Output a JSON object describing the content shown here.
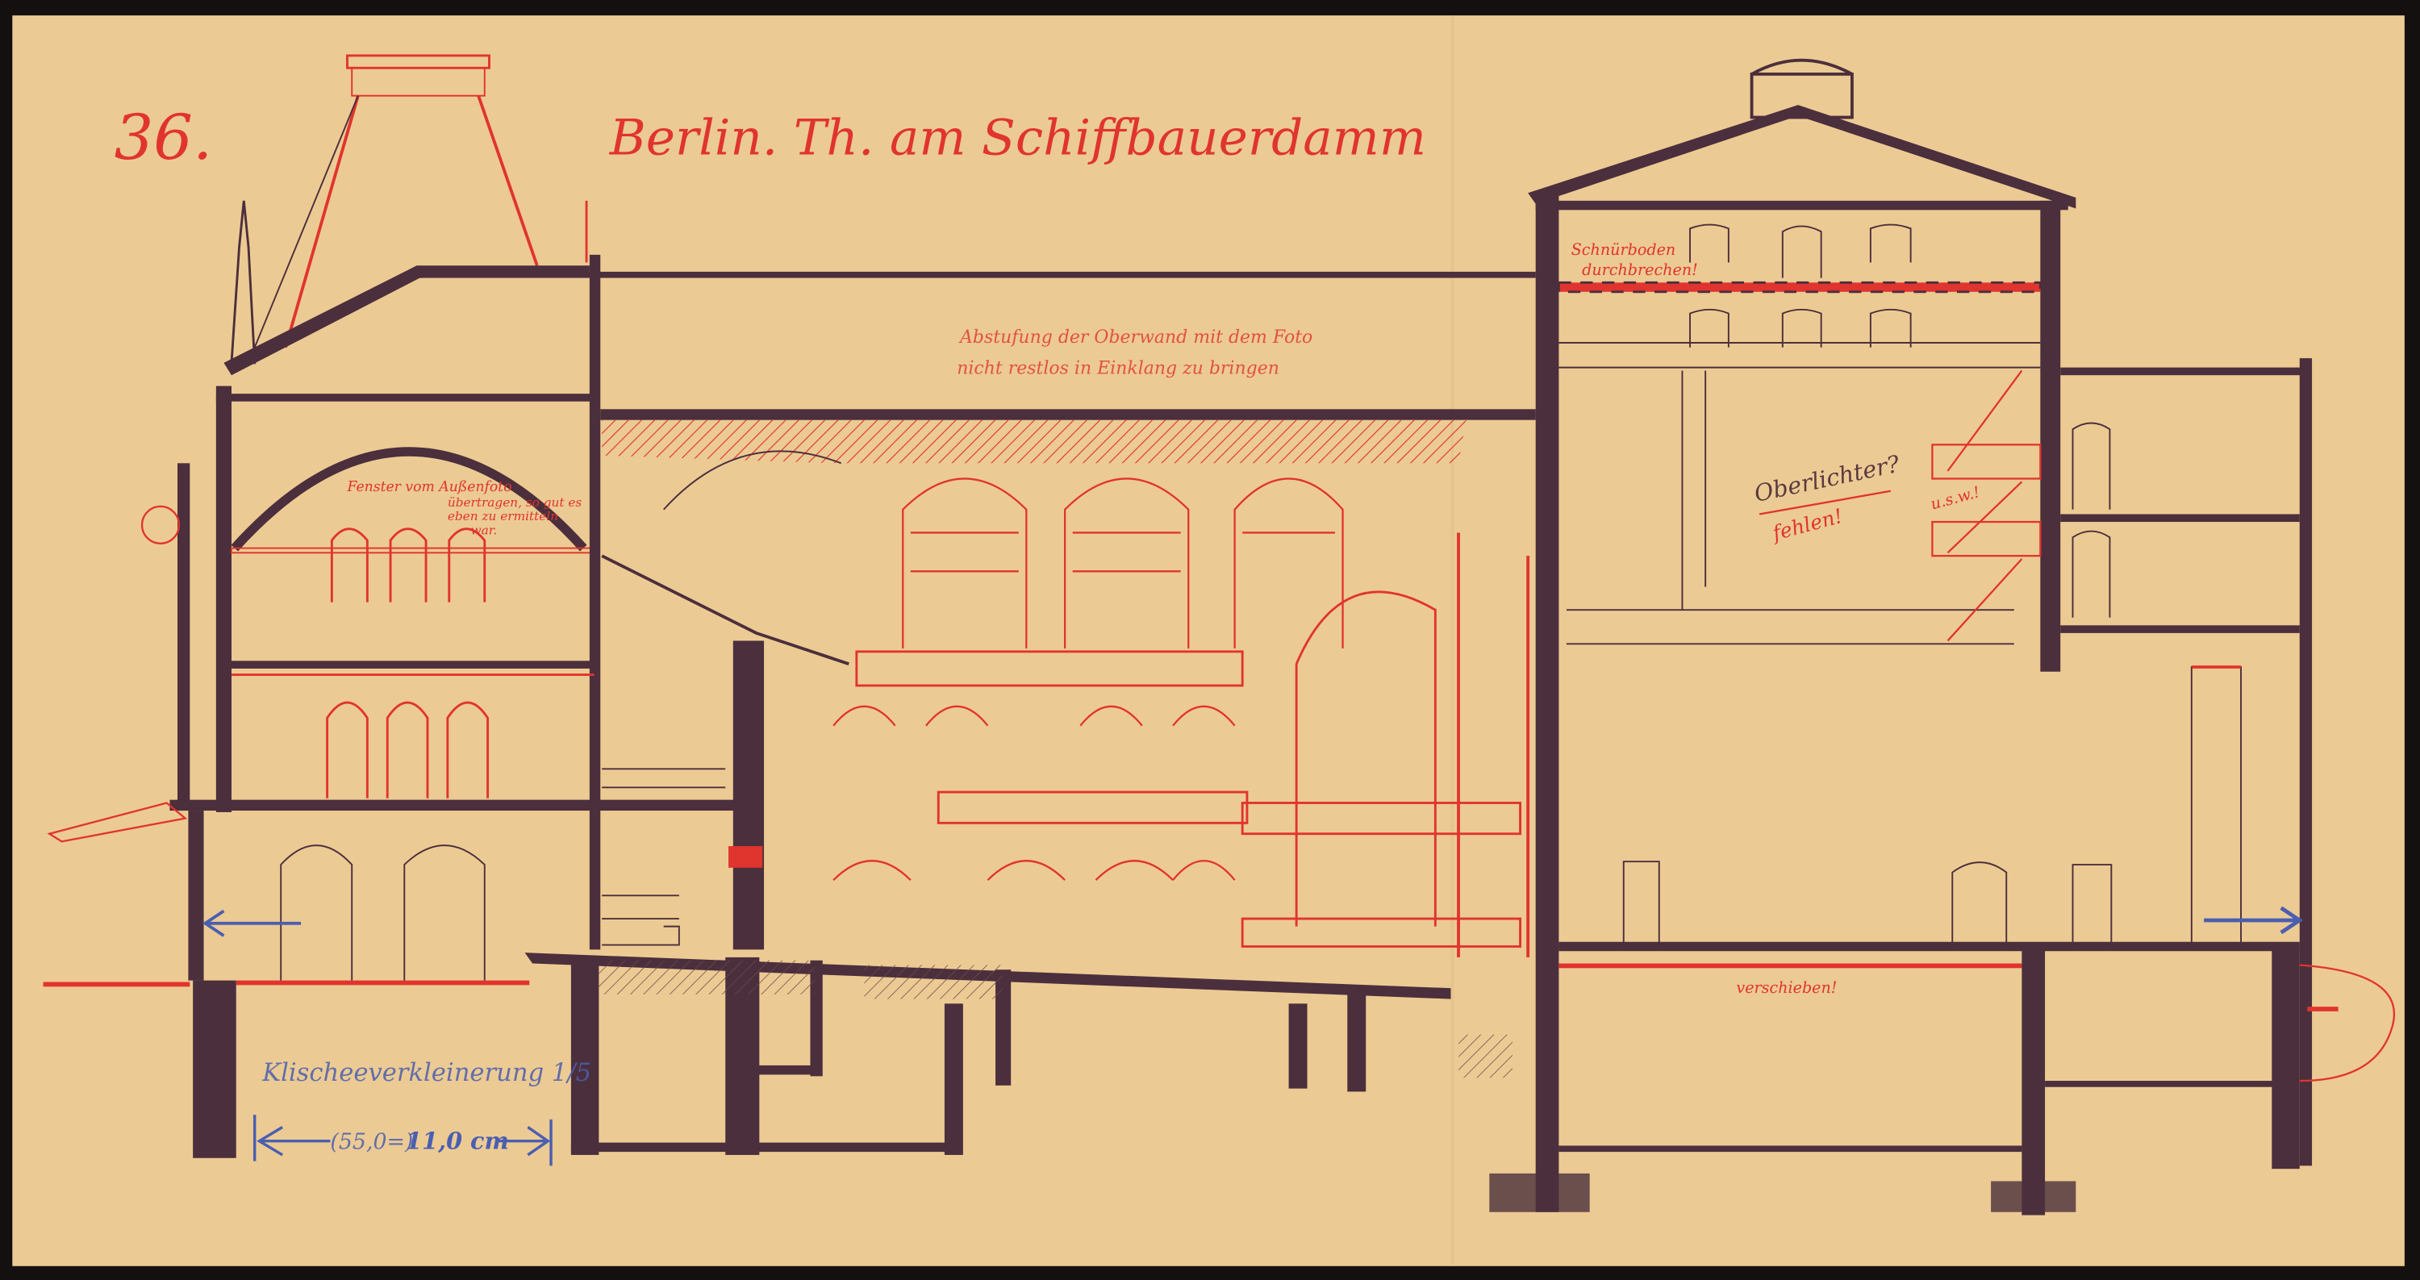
{
  "sheet": {
    "number": "36.",
    "title": "Berlin. Th. am Schiffbauerdamm"
  },
  "annotations": {
    "ceiling_note_line1": "Abstufung der Oberwand mit dem Foto",
    "ceiling_note_line2": "nicht restlos in Einklang zu bringen",
    "window_note_line1": "Fenster vom Außenfoto",
    "window_note_line2": "übertragen, so gut es",
    "window_note_line3": "eben zu ermitteln",
    "window_note_line4": "war.",
    "fly_loft_note_line1": "Schnürboden",
    "fly_loft_note_line2": "durchbrechen!",
    "skylight_note": "Oberlichter?",
    "skylight_missing": "fehlen!",
    "stairs_note": "u.s.w.!",
    "stage_floor_note": "verschieben!"
  },
  "scale_note": {
    "label": "Klischeeverkleinerung 1/5",
    "measure_original": "(55,0=)",
    "measure_reduced": "11,0 cm"
  },
  "colors": {
    "paper": "#ecca93",
    "ink_wall": "#4b2f3c",
    "red_pencil": "#e0342f",
    "blue_pencil": "#4a5fb0"
  }
}
